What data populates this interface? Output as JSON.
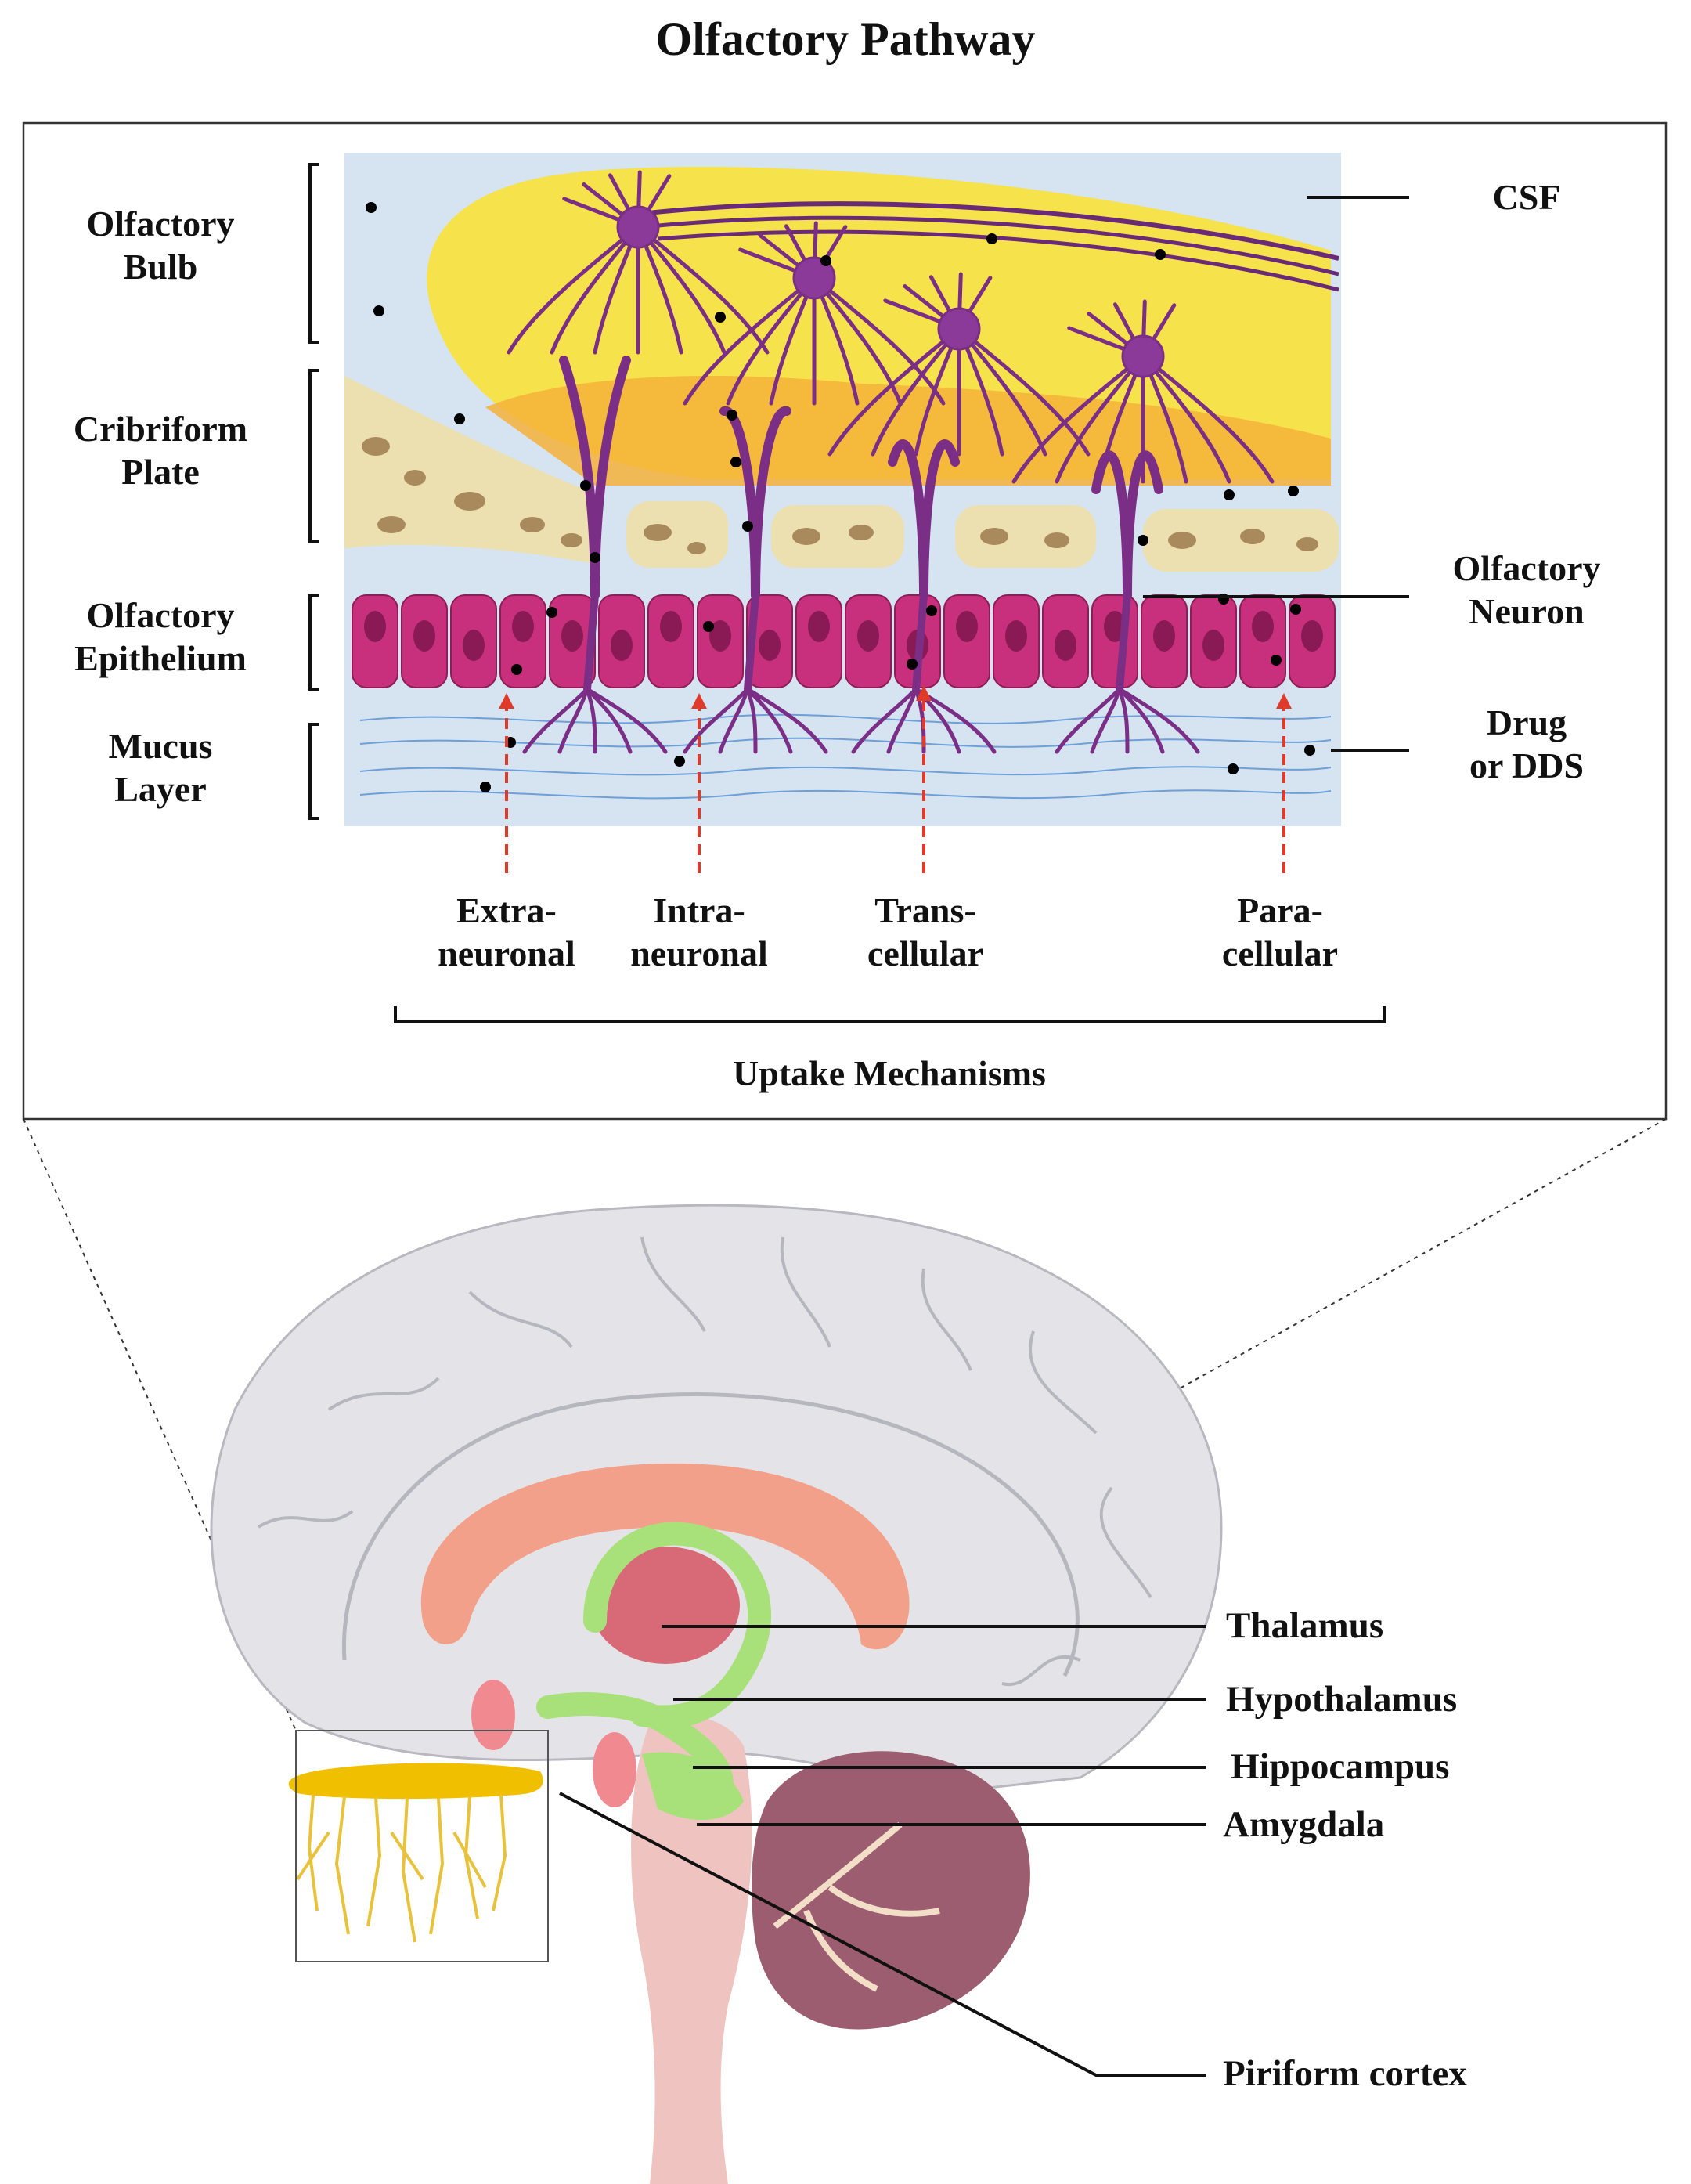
{
  "title": "Olfactory Pathway",
  "layers": {
    "bulb": [
      "Olfactory",
      "Bulb"
    ],
    "cribriform": [
      "Cribriform",
      "Plate"
    ],
    "epithelium": [
      "Olfactory",
      "Epithelium"
    ],
    "mucus": [
      "Mucus",
      "Layer"
    ]
  },
  "right_labels": {
    "csf": "CSF",
    "neuron": [
      "Olfactory",
      "Neuron"
    ],
    "drug": [
      "Drug",
      "or DDS"
    ]
  },
  "mechanisms": {
    "items": [
      [
        "Extra-",
        "neuronal"
      ],
      [
        "Intra-",
        "neuronal"
      ],
      [
        "Trans-",
        "cellular"
      ],
      [
        "Para-",
        "cellular"
      ]
    ],
    "caption": "Uptake Mechanisms"
  },
  "brain_labels": {
    "thalamus": "Thalamus",
    "hypothalamus": "Hypothalamus",
    "hippocampus": "Hippocampus",
    "amygdala": "Amygdala",
    "piriform": "Piriform cortex"
  },
  "colors": {
    "csf_bg": "#d6e3f0",
    "bulb": "#f6e24a",
    "bulb_core": "#f4b23a",
    "bone": "#ece0b0",
    "bone_pore": "#a98a5c",
    "epithelium": "#c8307e",
    "neuron": "#7a2e86",
    "mucus_line": "#6f9fd8",
    "arrow": "#e03a2a",
    "brain_gray": "#e4e4e8",
    "corpus_callosum": "#f2a08a",
    "thalamus": "#d86a78",
    "limbic_green": "#a8e07a",
    "cerebellum": "#9b5d6f"
  }
}
